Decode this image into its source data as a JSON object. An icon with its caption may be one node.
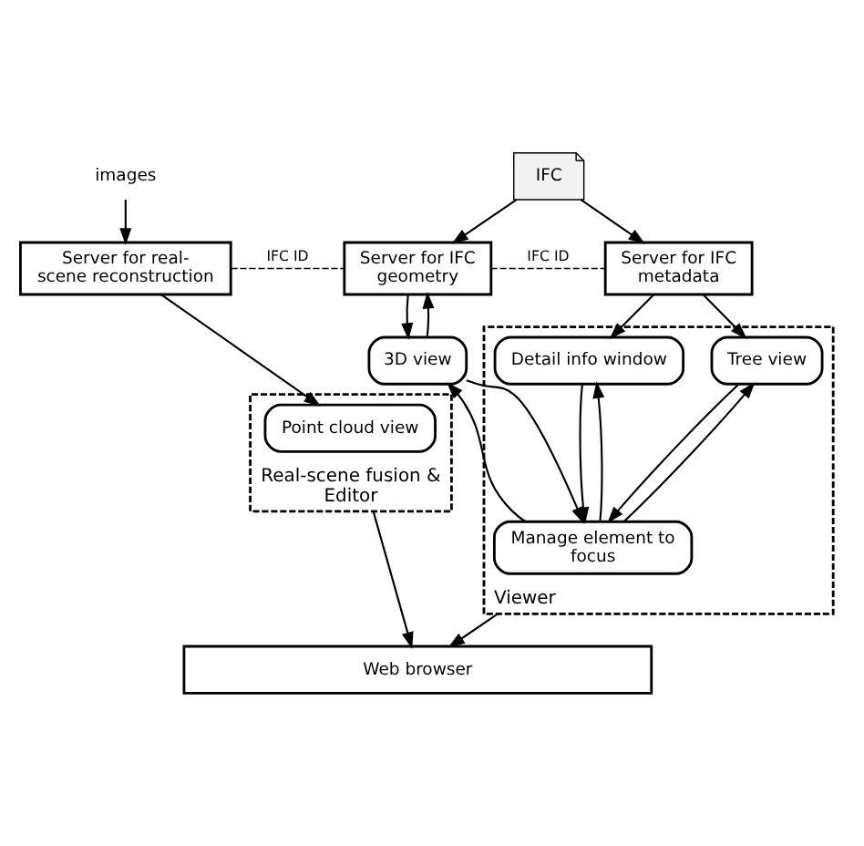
{
  "diagram": {
    "nodes": [
      {
        "text": [
          "images"
        ]
      },
      {
        "text": [
          "IFC"
        ]
      },
      {
        "text": [
          "Server for real-scene reconstruction"
        ]
      },
      {
        "text": [
          "Server for IFC geometry"
        ]
      },
      {
        "text": [
          "Server for IFC metadata"
        ]
      },
      {
        "text": [
          "Real-scene fusion & Editor"
        ]
      },
      {
        "text": [
          "Point cloud view"
        ],
        "in": 5
      },
      {
        "text": [
          "3D view"
        ]
      },
      {
        "text": [
          "Viewer"
        ]
      },
      {
        "text": [
          "Detail info window"
        ],
        "in": 8
      },
      {
        "text": [
          "Tree view"
        ],
        "in": 8
      },
      {
        "text": [
          "Manage element to focus"
        ],
        "in": 8
      },
      {
        "text": [
          "Web browser"
        ]
      }
    ],
    "edges": [
      {
        "from": 0,
        "to": 2,
        "arrow": "to"
      },
      {
        "from": 1,
        "to": 3,
        "arrow": "to"
      },
      {
        "from": 1,
        "to": 4,
        "arrow": "to"
      },
      {
        "from": 2,
        "to": 3,
        "arrow": "none",
        "style": "dashed",
        "label": "IFC ID"
      },
      {
        "from": 3,
        "to": 4,
        "arrow": "none",
        "style": "dashed",
        "label": "IFC ID"
      },
      {
        "from": 2,
        "to": 6,
        "arrow": "to"
      },
      {
        "from": 3,
        "to": 7,
        "arrow": "to"
      },
      {
        "from": 7,
        "to": 3,
        "arrow": "to"
      },
      {
        "from": 4,
        "to": 9,
        "arrow": "to"
      },
      {
        "from": 4,
        "to": 10,
        "arrow": "to"
      },
      {
        "from": 7,
        "to": 11,
        "arrow": "to"
      },
      {
        "from": 11,
        "to": 7,
        "arrow": "to"
      },
      {
        "from": 9,
        "to": 11,
        "arrow": "to"
      },
      {
        "from": 11,
        "to": 9,
        "arrow": "to"
      },
      {
        "from": 10,
        "to": 11,
        "arrow": "to"
      },
      {
        "from": 11,
        "to": 10,
        "arrow": "to"
      },
      {
        "from": 5,
        "to": 12,
        "arrow": "to"
      },
      {
        "from": 8,
        "to": 12,
        "arrow": "to"
      }
    ]
  }
}
